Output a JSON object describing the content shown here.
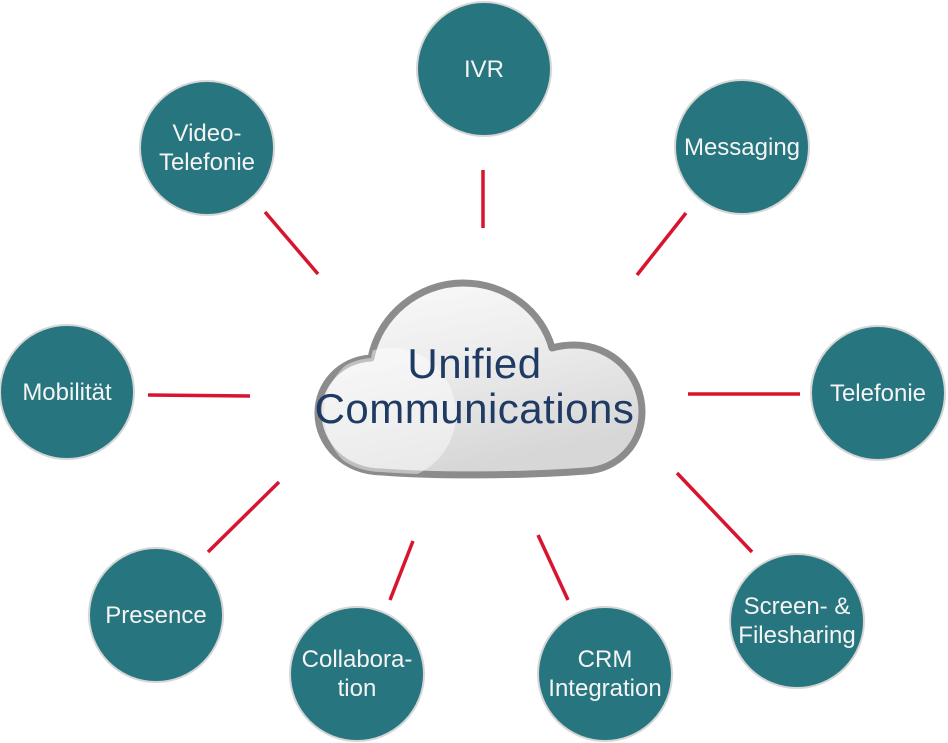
{
  "diagram": {
    "center": {
      "title": "Unified Communications"
    },
    "nodes": [
      {
        "id": "ivr",
        "lines": [
          "IVR"
        ]
      },
      {
        "id": "messaging",
        "lines": [
          "Messaging"
        ]
      },
      {
        "id": "telefonie",
        "lines": [
          "Telefonie"
        ]
      },
      {
        "id": "screen-filesharing",
        "lines": [
          "Screen- &",
          "Filesharing"
        ]
      },
      {
        "id": "crm-integration",
        "lines": [
          "CRM",
          "Integration"
        ]
      },
      {
        "id": "collaboration",
        "lines": [
          "Collabora-",
          "tion"
        ]
      },
      {
        "id": "presence",
        "lines": [
          "Presence"
        ]
      },
      {
        "id": "mobilitaet",
        "lines": [
          "Mobilität"
        ]
      },
      {
        "id": "video-telefonie",
        "lines": [
          "Video-",
          "Telefonie"
        ]
      }
    ],
    "colors": {
      "background": "#ffffff",
      "node_fill": "#27767f",
      "node_text": "#f4f4f4",
      "connector": "#d8142f",
      "title_text": "#1f3a63",
      "cloud_border": "#8c8c8c"
    }
  }
}
